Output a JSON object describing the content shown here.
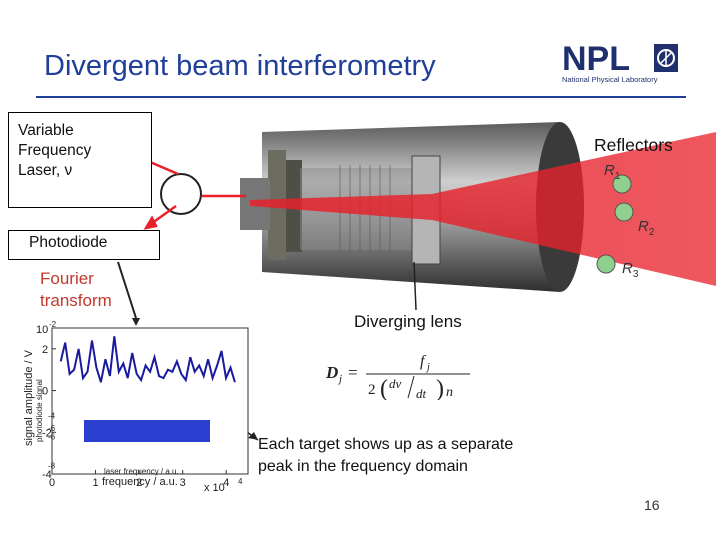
{
  "slide": {
    "title": "Divergent beam interferometry",
    "page_number": "16"
  },
  "logo": {
    "text": "NPL",
    "subtitle": "National Physical Laboratory"
  },
  "laser": {
    "line1": "Variable",
    "line2": "Frequency",
    "line3": "Laser,",
    "symbol": "ν"
  },
  "photodiode": {
    "label": "Photodiode"
  },
  "reflectors": {
    "label": "Reflectors",
    "items": [
      {
        "letter": "R",
        "index": "1"
      },
      {
        "letter": "R",
        "index": "2"
      },
      {
        "letter": "R",
        "index": "3"
      }
    ]
  },
  "fourier": {
    "line1": "Fourier",
    "line2": "transform"
  },
  "lens": {
    "label": "Diverging lens"
  },
  "formula": {
    "lhs": "D",
    "lhs_sub": "j",
    "eq": "=",
    "num": "f",
    "num_sub": "j",
    "coef": "2",
    "deriv_num": "dν",
    "deriv_den": "dt",
    "n": "n"
  },
  "caption": {
    "line1": "Each target shows up as a separate",
    "line2": "peak in the frequency domain"
  },
  "colors": {
    "title": "#1f3f9a",
    "beam": "#e8202a",
    "fourier": "#c0392b",
    "signal": "#1a1aa0",
    "reflector": "#8fd08f"
  },
  "chart_data": {
    "type": "line",
    "ylabel": "signal amplitude / V",
    "ylabel2": "photodiode signal",
    "xlabel": "frequency / a.u.",
    "xlabel2": "laser frequency / a.u.",
    "x_multiplier": "x 10",
    "x_multiplier_exp": "4",
    "y_multiplier": "10",
    "y_multiplier_exp": "-2",
    "yticks": [
      "2",
      "0",
      "-2",
      "-4"
    ],
    "yticks2": [
      "-4",
      "-6",
      "-6",
      "-8"
    ],
    "xticks": [
      "0",
      "1",
      "2",
      "3",
      "4"
    ],
    "xlim": [
      0,
      4.5
    ],
    "ylim": [
      -4,
      3
    ],
    "series": [
      {
        "values": [
          1.4,
          2.3,
          0.8,
          1.0,
          2.0,
          0.6,
          0.9,
          2.4,
          1.1,
          0.4,
          1.5,
          0.7,
          2.6,
          0.9,
          1.3,
          0.6,
          1.8,
          0.8,
          0.5,
          1.2,
          0.9,
          1.6,
          0.7,
          0.6,
          1.0,
          0.9,
          1.4,
          0.8,
          0.5,
          1.6,
          0.9,
          1.2,
          0.7,
          1.5,
          0.6,
          1.2,
          1.9,
          0.6,
          1.1,
          0.4
        ]
      }
    ]
  }
}
